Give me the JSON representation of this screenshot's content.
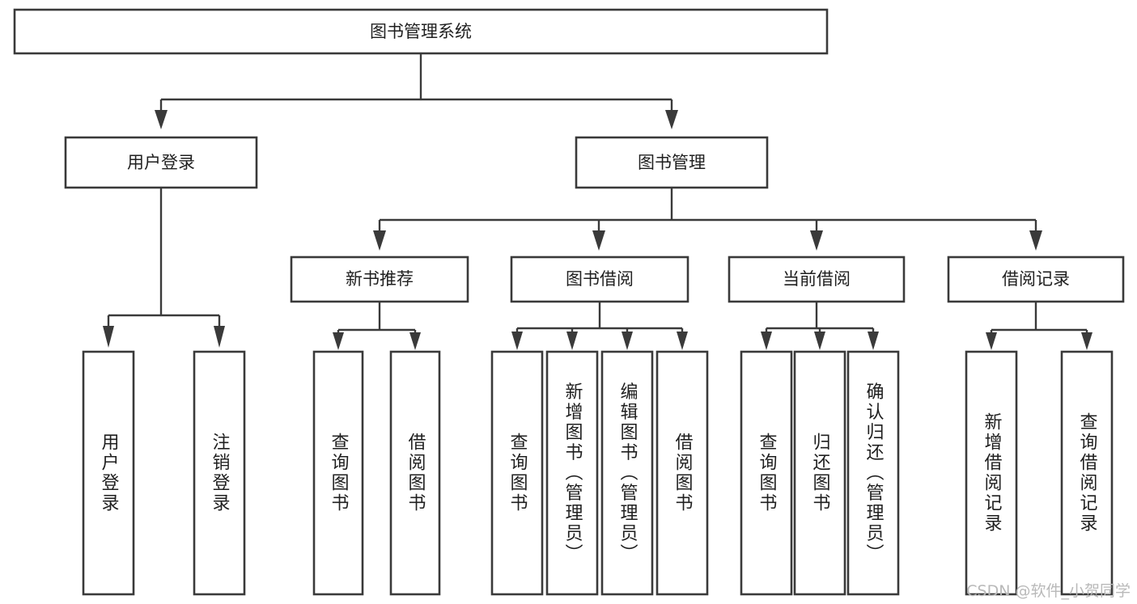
{
  "diagram": {
    "title": "图书管理系统",
    "type": "tree",
    "orientation": "top-down",
    "colors": {
      "background": "#ffffff",
      "box_fill": "#ffffff",
      "box_stroke": "#3a3a3a",
      "line": "#3a3a3a",
      "text": "#1f1f1f",
      "watermark": "#b9b9b9"
    },
    "root": {
      "label": "图书管理系统"
    },
    "level2": [
      {
        "label": "用户登录"
      },
      {
        "label": "图书管理"
      }
    ],
    "level3": [
      {
        "label": "新书推荐"
      },
      {
        "label": "图书借阅"
      },
      {
        "label": "当前借阅"
      },
      {
        "label": "借阅记录"
      }
    ],
    "leaves": {
      "user_login": [
        "用户登录",
        "注销登录"
      ],
      "new_book_recommend": [
        "查询图书",
        "借阅图书"
      ],
      "book_borrow": [
        "查询图书",
        "新增图书（管理员）",
        "编辑图书（管理员）",
        "借阅图书"
      ],
      "current_borrow": [
        "查询图书",
        "归还图书",
        "确认归还（管理员）"
      ],
      "borrow_record": [
        "新增借阅记录",
        "查询借阅记录"
      ]
    }
  },
  "watermark": {
    "text": "CSDN @软件_小贺同学"
  }
}
